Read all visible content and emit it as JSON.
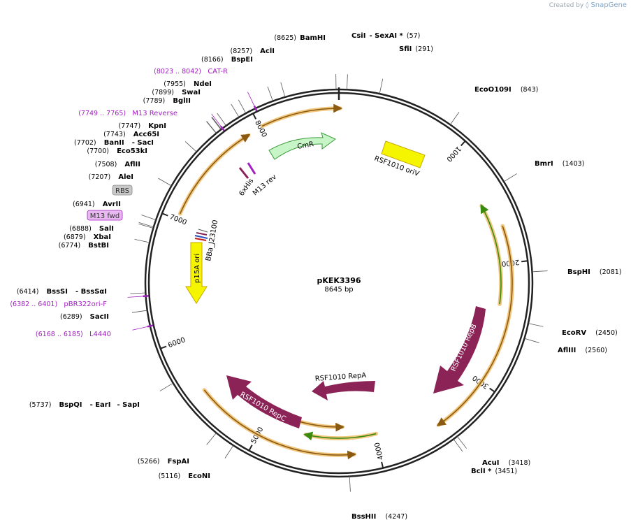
{
  "credit": {
    "prefix": "Created by",
    "brand": "SnapGene"
  },
  "plasmid": {
    "name": "pKEK3396",
    "size_label": "8645 bp",
    "length": 8645
  },
  "ticks": [
    "1000",
    "2000",
    "3000",
    "4000",
    "5000",
    "6000",
    "7000",
    "8000"
  ],
  "enzymes": [
    {
      "name": "BamHI",
      "pos": "(8625)",
      "cut": 8625
    },
    {
      "name": "CsiI",
      "name2": "- SexAI *",
      "pos": "(57)",
      "cut": 57
    },
    {
      "name": "SfiI",
      "pos": "(291)",
      "cut": 291
    },
    {
      "name": "EcoO109I",
      "pos": "(843)",
      "cut": 843
    },
    {
      "name": "BmrI",
      "pos": "(1403)",
      "cut": 1403
    },
    {
      "name": "BspHI",
      "pos": "(2081)",
      "cut": 2081
    },
    {
      "name": "EcoRV",
      "pos": "(2450)",
      "cut": 2450
    },
    {
      "name": "AflIII",
      "pos": "(2560)",
      "cut": 2560
    },
    {
      "name": "AcuI",
      "pos": "(3418)",
      "cut": 3418
    },
    {
      "name": "BclI *",
      "pos": "(3451)",
      "cut": 3451
    },
    {
      "name": "BssHII",
      "pos": "(4247)",
      "cut": 4247
    },
    {
      "name": "EcoNI",
      "pos": "(5116)",
      "cut": 5116
    },
    {
      "name": "FspAI",
      "pos": "(5266)",
      "cut": 5266
    },
    {
      "name": "BspQI",
      "name2": "- EarI",
      "name3": "- SapI",
      "pos": "(5737)",
      "cut": 5737
    },
    {
      "name": "SacII",
      "pos": "(6289)",
      "cut": 6289
    },
    {
      "name": "BssSI",
      "name2": "- BssSαI",
      "pos": "(6414)",
      "cut": 6414
    },
    {
      "name": "BstBI",
      "pos": "(6774)",
      "cut": 6774
    },
    {
      "name": "XbaI",
      "pos": "(6879)",
      "cut": 6879
    },
    {
      "name": "SalI",
      "pos": "(6888)",
      "cut": 6888
    },
    {
      "name": "AvrII",
      "pos": "(6941)",
      "cut": 6941
    },
    {
      "name": "AleI",
      "pos": "(7207)",
      "cut": 7207
    },
    {
      "name": "AflII",
      "pos": "(7508)",
      "cut": 7508
    },
    {
      "name": "Eco53kI",
      "pos": "(7700)",
      "cut": 7700
    },
    {
      "name": "BanII",
      "name2": "- SacI",
      "pos": "(7702)",
      "cut": 7702
    },
    {
      "name": "Acc65I",
      "pos": "(7743)",
      "cut": 7743
    },
    {
      "name": "KpnI",
      "pos": "(7747)",
      "cut": 7747
    },
    {
      "name": "BglII",
      "pos": "(7789)",
      "cut": 7789
    },
    {
      "name": "SwaI",
      "pos": "(7899)",
      "cut": 7899
    },
    {
      "name": "NdeI",
      "pos": "(7955)",
      "cut": 7955
    },
    {
      "name": "BspEI",
      "pos": "(8166)",
      "cut": 8166
    },
    {
      "name": "AclI",
      "pos": "(8257)",
      "cut": 8257
    }
  ],
  "primers": [
    {
      "name": "CAT-R",
      "range": "(8023 .. 8042)",
      "mid": 8032
    },
    {
      "name": "M13 Reverse",
      "range": "(7749 .. 7765)",
      "mid": 7757
    },
    {
      "name": "pBR322ori-F",
      "range": "(6382 .. 6401)",
      "mid": 6391
    },
    {
      "name": "L4440",
      "range": "(6168 .. 6185)",
      "mid": 6176
    }
  ],
  "boxed_labels": {
    "rbs": "RBS",
    "m13fwd": "M13 fwd"
  },
  "features": {
    "cmr": "CmR",
    "oriv": "RSF1010 oriV",
    "repb": "RSF1010 RepB",
    "repa": "RSF1010 RepA",
    "repc": "RSF1010 RepC",
    "p15a": "p15A ori",
    "bba": "BBa_J23100",
    "his": "6xHis",
    "m13rev": "M13 rev"
  },
  "colors": {
    "backbone": "#222222",
    "orf_outline": "#f0c070",
    "orf_arrow": "#8a5a10",
    "orf_green": "#3a8a10",
    "cmr_fill": "#c8f5c8",
    "cmr_stroke": "#3a9a3a",
    "rep_fill": "#8c2357",
    "ori_fill": "#f5f500",
    "primer": "#a020c0",
    "rbs_fill": "#c8c8c8",
    "m13fwd_fill": "#e8b8f0"
  }
}
